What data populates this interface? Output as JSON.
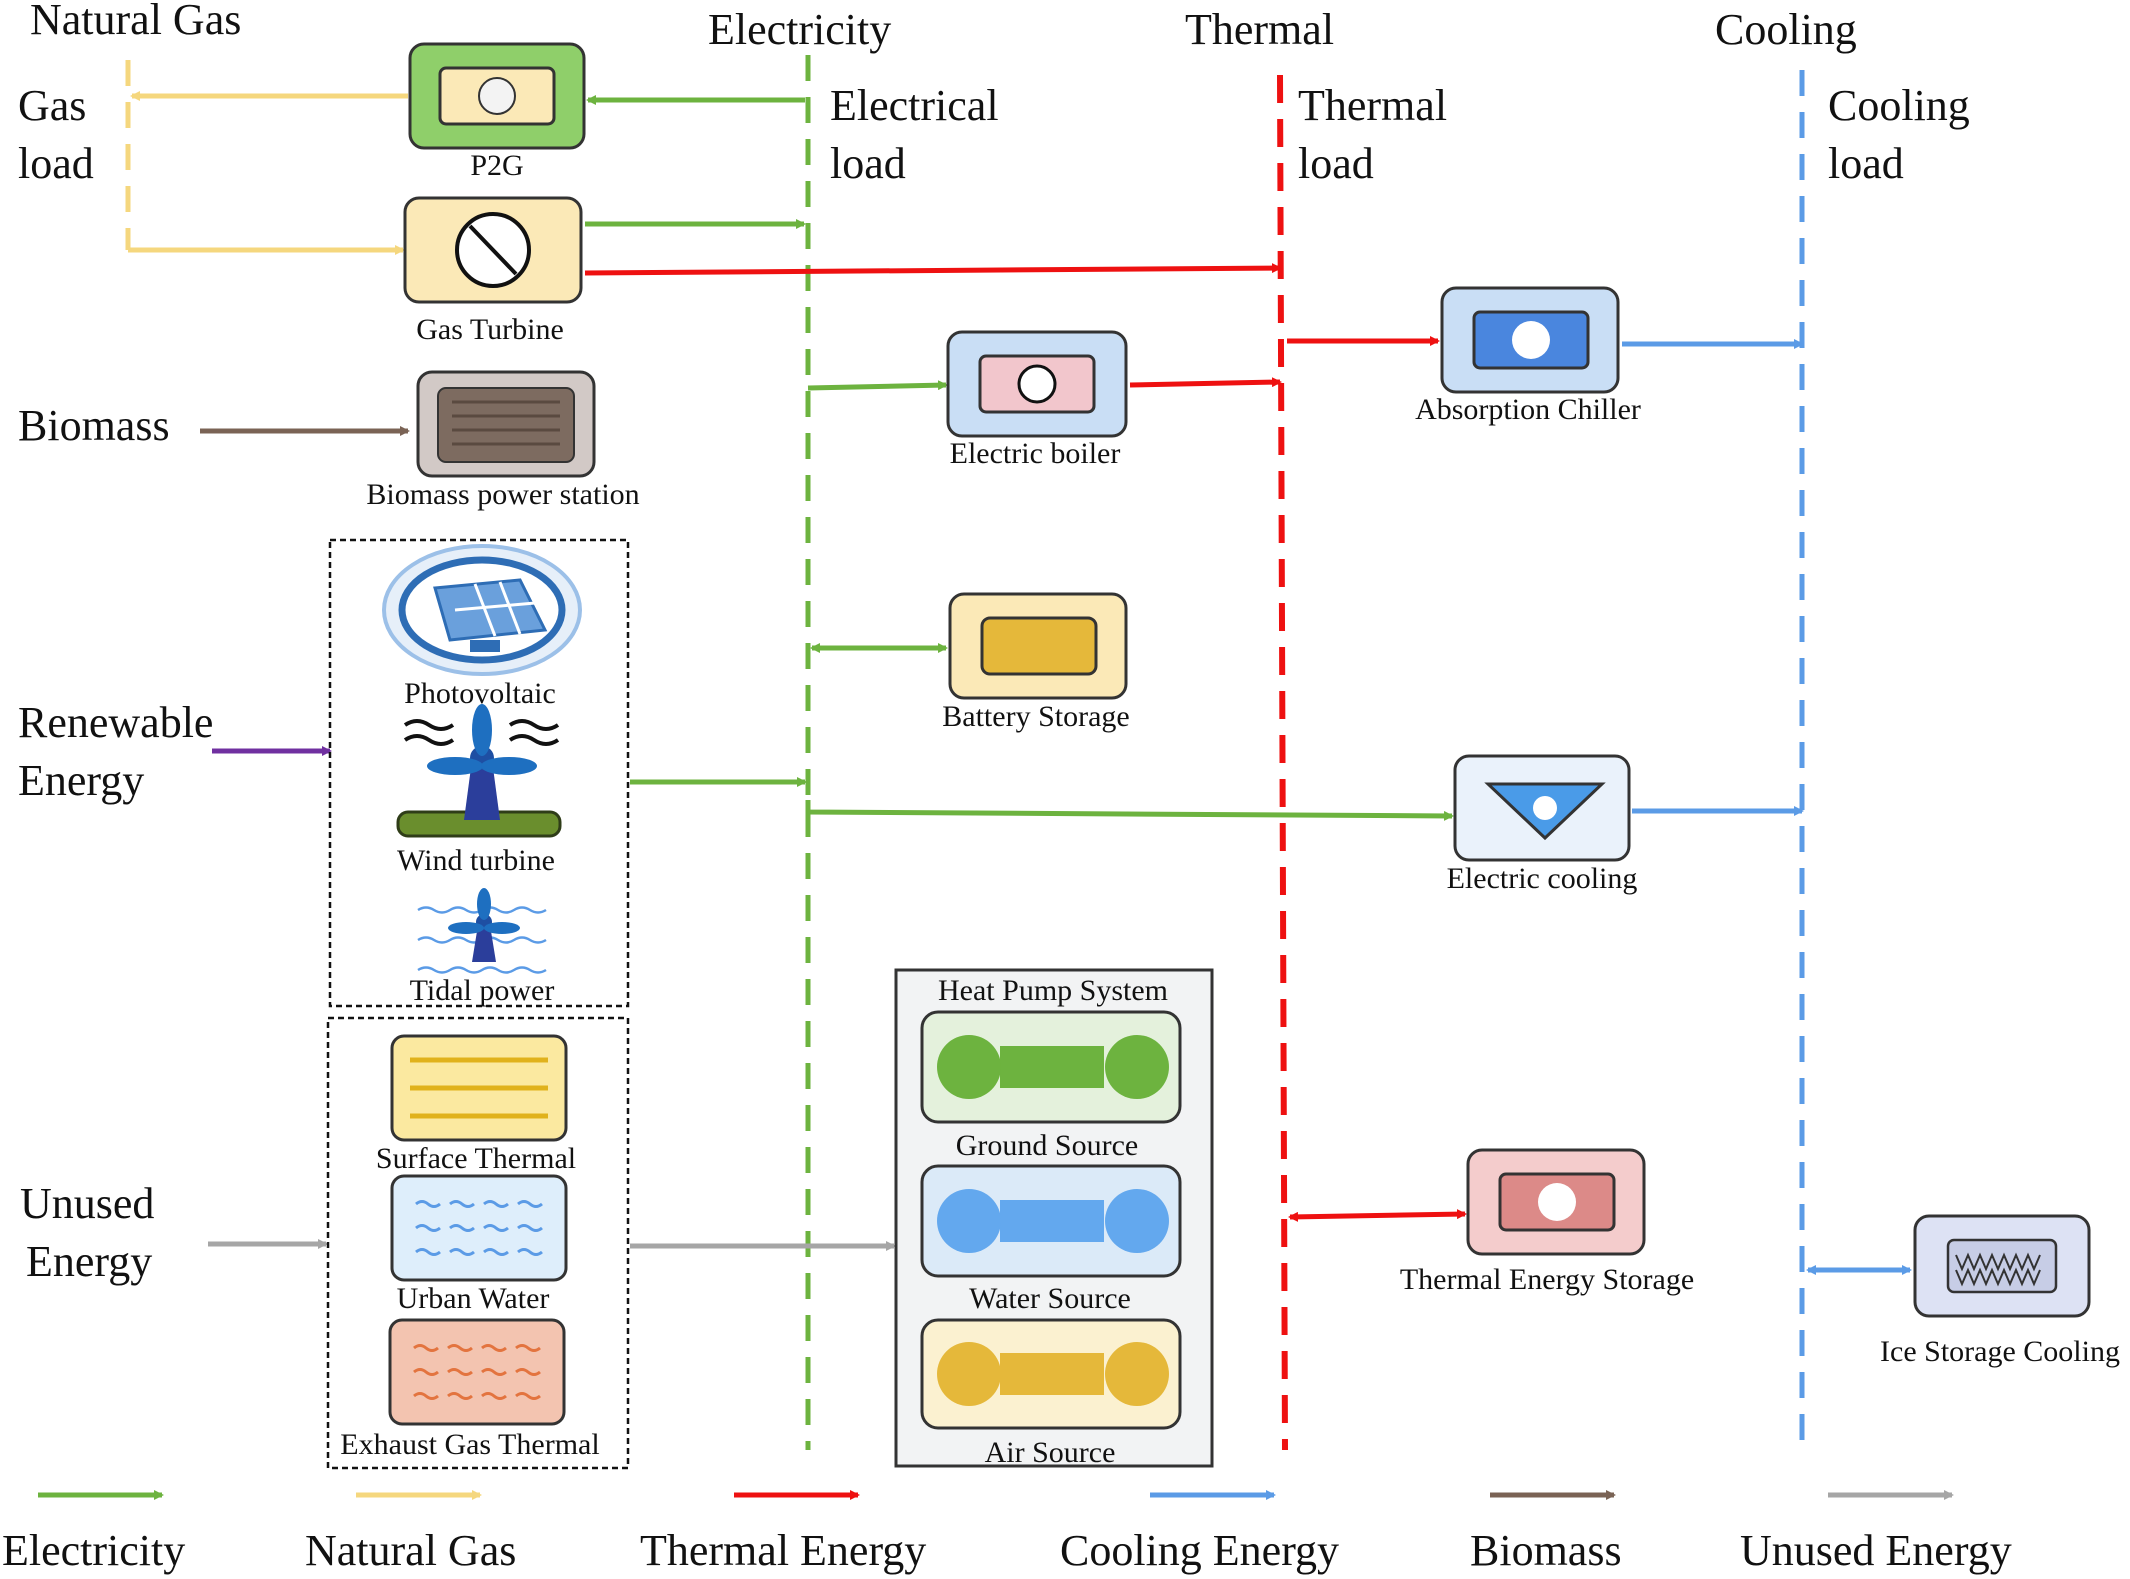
{
  "bus_headers": {
    "natural_gas": "Natural Gas",
    "electricity": "Electricity",
    "thermal": "Thermal",
    "cooling": "Cooling"
  },
  "loads": {
    "gas_1": "Gas",
    "gas_2": "load",
    "electrical_1": "Electrical",
    "electrical_2": "load",
    "thermal_1": "Thermal",
    "thermal_2": "load",
    "cooling_1": "Cooling",
    "cooling_2": "load"
  },
  "sources": {
    "biomass": "Biomass",
    "renewable_1": "Renewable",
    "renewable_2": "Energy",
    "unused_1": "Unused",
    "unused_2": "Energy"
  },
  "devices": {
    "p2g": "P2G",
    "gas_turbine": "Gas Turbine",
    "biomass_station": "Biomass power station",
    "electric_boiler": "Electric  boiler",
    "absorption_chiller": "Absorption Chiller",
    "battery_storage": "Battery Storage",
    "electric_cooling": "Electric  cooling",
    "photovoltaic": "Photovoltaic",
    "wind_turbine": "Wind turbine",
    "tidal_power": "Tidal power",
    "surface_thermal": "Surface Thermal",
    "urban_water": "Urban Water",
    "exhaust_gas_thermal": "Exhaust Gas Thermal",
    "heat_pump_system": "Heat Pump System",
    "ground_source": "Ground Source",
    "water_source": "Water Source",
    "air_source": "Air Source",
    "thermal_energy_storage": "Thermal Energy Storage",
    "ice_storage_cooling": "Ice Storage Cooling"
  },
  "legend": [
    {
      "label": "Electricity",
      "color": "#6db33f"
    },
    {
      "label": "Natural Gas",
      "color": "#f5d77e"
    },
    {
      "label": "Thermal Energy",
      "color": "#ee1111"
    },
    {
      "label": "Cooling Energy",
      "color": "#5b9be6"
    },
    {
      "label": "Biomass",
      "color": "#7a6355"
    },
    {
      "label": "Unused Energy",
      "color": "#a6a6a6"
    }
  ],
  "colors": {
    "electricity": "#6db33f",
    "natural_gas": "#f5d77e",
    "thermal": "#ee1111",
    "cooling": "#5b9be6",
    "biomass": "#7a6355",
    "unused": "#a6a6a6",
    "renewable": "#7030a0"
  }
}
